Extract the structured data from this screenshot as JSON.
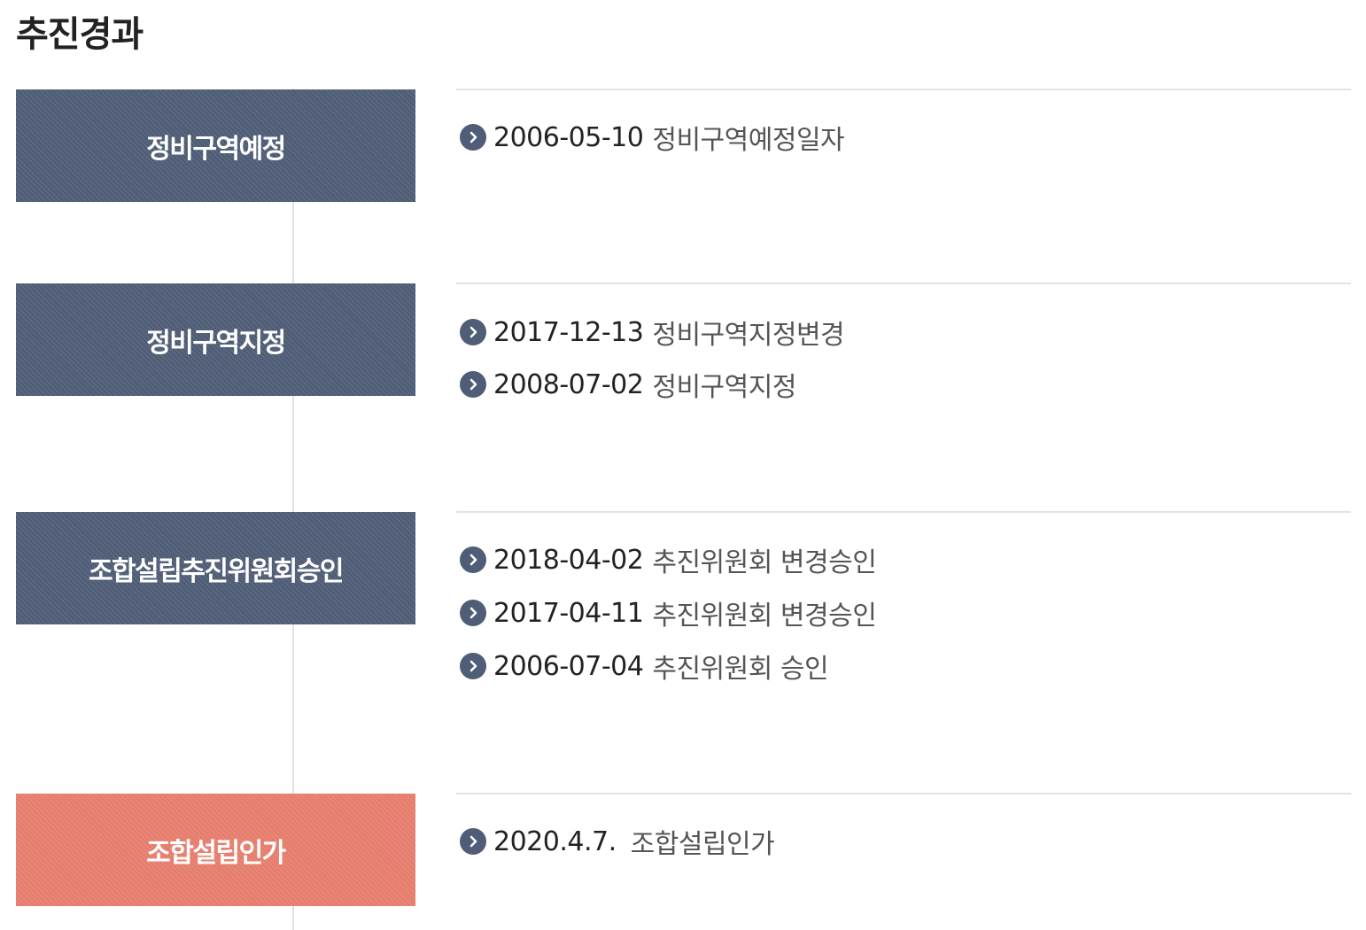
{
  "page": {
    "title": "추진경과"
  },
  "stages": [
    {
      "label": "정비구역예정",
      "status": "past",
      "events": [
        {
          "date": "2006-05-10",
          "description": "정비구역예정일자"
        }
      ]
    },
    {
      "label": "정비구역지정",
      "status": "past",
      "events": [
        {
          "date": "2017-12-13",
          "description": "정비구역지정변경"
        },
        {
          "date": "2008-07-02",
          "description": "정비구역지정"
        }
      ]
    },
    {
      "label": "조합설립추진위원회승인",
      "status": "past",
      "events": [
        {
          "date": "2018-04-02",
          "description": "추진위원회 변경승인"
        },
        {
          "date": "2017-04-11",
          "description": "추진위원회 변경승인"
        },
        {
          "date": "2006-07-04",
          "description": "추진위원회 승인"
        }
      ]
    },
    {
      "label": "조합설립인가",
      "status": "current",
      "events": [
        {
          "date": "2020.4.7.",
          "description": "조합설립인가"
        }
      ]
    }
  ],
  "icons": {
    "bullet": "chevron-right-circle-icon"
  },
  "colors": {
    "stage_default": "#4f5d76",
    "stage_current": "#e67e6e",
    "divider": "#e2e2e2",
    "bullet": "#4f5d76"
  }
}
